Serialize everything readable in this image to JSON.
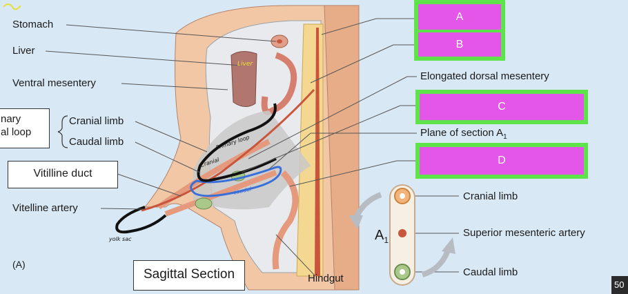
{
  "labels": {
    "stomach": "Stomach",
    "liver": "Liver",
    "ventral_mesentery": "Ventral mesentery",
    "cranial_limb": "Cranial limb",
    "caudal_limb": "Caudal limb",
    "primary_loop_line1": "nary",
    "primary_loop_line2": "al loop",
    "vitilline_duct": "Vitilline duct",
    "vitelline_artery": "Vitelline artery",
    "panel": "(A)",
    "sagittal_section": "Sagittal Section",
    "hindgut": "Hindgut",
    "elongated_dorsal_mesentery": "Elongated dorsal mesentery",
    "plane_of_section": "Plane of section A",
    "plane_sub": "1",
    "inset_cranial_limb": "Cranial limb",
    "superior_mesenteric_artery": "Superior mesenteric artery",
    "inset_caudal_limb": "Caudal limb",
    "a1": "A",
    "a1_sub": "1",
    "corner": "50"
  },
  "masks": {
    "a": "A",
    "b": "B",
    "c": "C",
    "d": "D"
  },
  "handwriting": {
    "liver": "Liver",
    "primary_label": "Primary loop",
    "cranial": "Cranial",
    "caudal": "caudal",
    "yolk_sac": "yolk sac"
  },
  "colors": {
    "background": "#d9e8f5",
    "mask_fill": "#e356e8",
    "mask_border": "#5fe34a",
    "body_wall": "#f1c7a6",
    "artery": "#c9553a",
    "loop_blue": "#3a6fd8"
  }
}
